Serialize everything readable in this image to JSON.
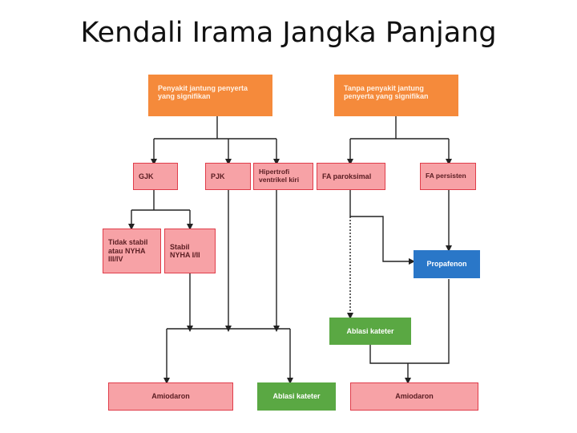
{
  "title": "Kendali Irama Jangka Panjang",
  "colors": {
    "orange": "#f58a3b",
    "pink_fill": "#f7a2a6",
    "pink_border": "#e03d4a",
    "green": "#5aa843",
    "blue": "#2a77c8",
    "line": "#222222"
  },
  "nodes": {
    "with_heart_disease": "Penyakit jantung penyerta yang signifikan",
    "without_heart_disease": "Tanpa penyakit jantung penyerta yang signifikan",
    "gjk": "GJK",
    "pjk": "PJK",
    "lvh": "Hipertrofi ventrikel kiri",
    "fa_paroxysmal": "FA paroksimal",
    "fa_persistent": "FA persisten",
    "unstable_nyha": "Tidak stabil atau NYHA III/IV",
    "stable_nyha": "Stabil NYHA I/II",
    "propafenon": "Propafenon",
    "ablasi_mid": "Ablasi kateter",
    "amiodaron_left": "Amiodaron",
    "ablasi_bottom": "Ablasi kateter",
    "amiodaron_right": "Amiodaron"
  }
}
